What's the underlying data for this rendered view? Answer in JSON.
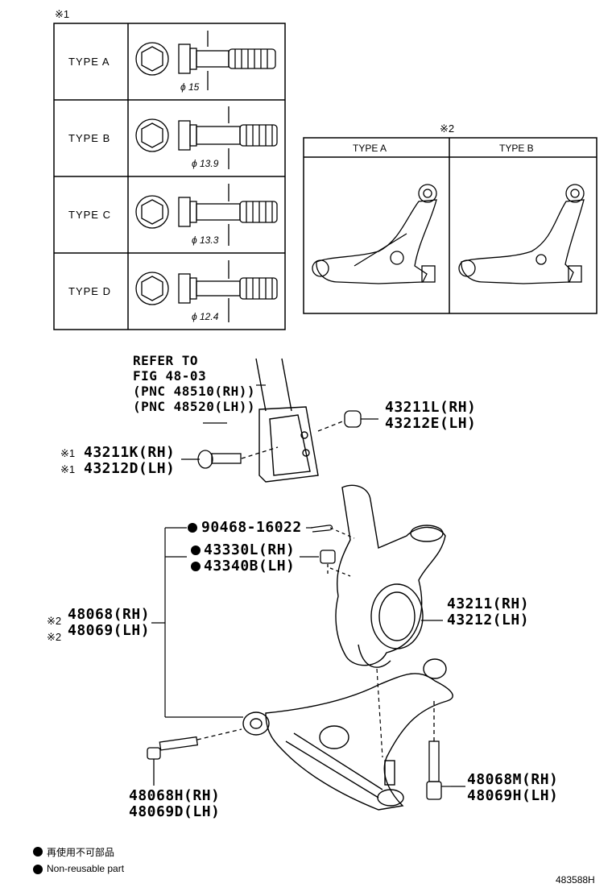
{
  "table1": {
    "mark": "※1",
    "rows": [
      {
        "type": "TYPE  A",
        "diameter": "ϕ 15"
      },
      {
        "type": "TYPE  B",
        "diameter": "ϕ 13.9"
      },
      {
        "type": "TYPE  C",
        "diameter": "ϕ 13.3"
      },
      {
        "type": "TYPE  D",
        "diameter": "ϕ 12.4"
      }
    ]
  },
  "table2": {
    "mark": "※2",
    "headers": [
      "TYPE A",
      "TYPE B"
    ]
  },
  "refer": {
    "line1": "REFER TO",
    "line2": "FIG 48-03",
    "line3": "(PNC 48510(RH))",
    "line4": "(PNC 48520(LH))"
  },
  "parts": {
    "p1_rh": "43211L(RH)",
    "p1_lh": "43212E(LH)",
    "p2_mark1": "※1",
    "p2_rh": "43211K(RH)",
    "p2_mark2": "※1",
    "p2_lh": "43212D(LH)",
    "p3": "90468-16022",
    "p4_rh": "43330L(RH)",
    "p4_lh": "43340B(LH)",
    "p5_mark1": "※2",
    "p5_rh": "48068(RH)",
    "p5_mark2": "※2",
    "p5_lh": "48069(LH)",
    "p6_rh": "43211(RH)",
    "p6_lh": "43212(LH)",
    "p7_rh": "48068H(RH)",
    "p7_lh": "48069D(LH)",
    "p8_rh": "48068M(RH)",
    "p8_lh": "48069H(LH)"
  },
  "legend": {
    "line1": "再使用不可部品",
    "line2": "Non-reusable part"
  },
  "figure_id": "483588H"
}
